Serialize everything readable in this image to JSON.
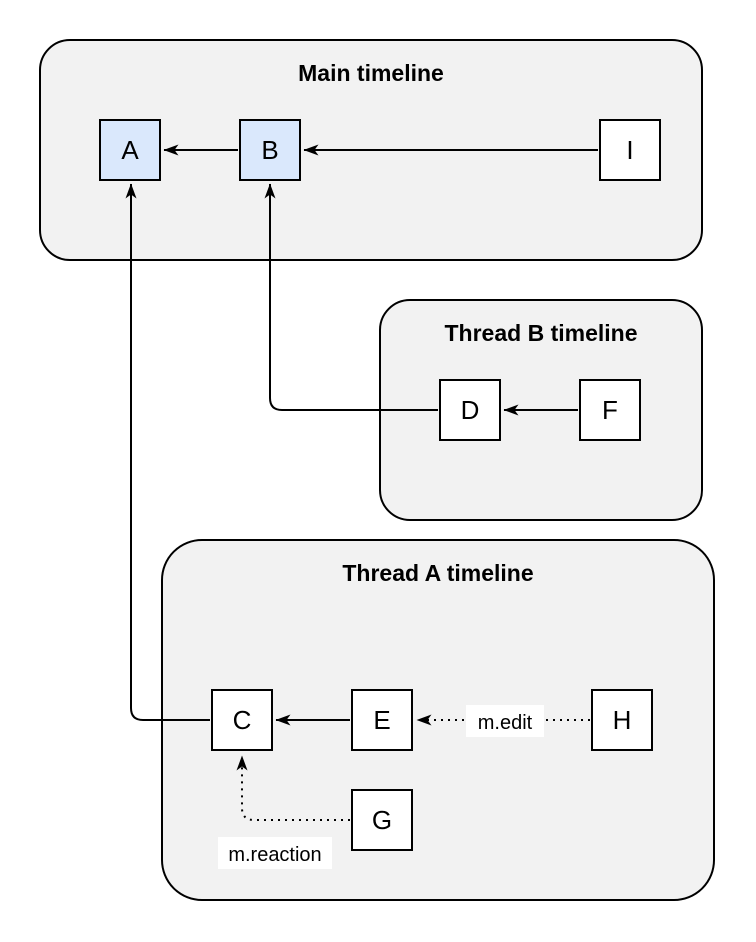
{
  "diagram": {
    "containers": [
      {
        "id": "main",
        "title": "Main timeline"
      },
      {
        "id": "thread-b",
        "title": "Thread B timeline"
      },
      {
        "id": "thread-a",
        "title": "Thread A timeline"
      }
    ],
    "nodes": {
      "a": "A",
      "b": "B",
      "i": "I",
      "d": "D",
      "f": "F",
      "c": "C",
      "e": "E",
      "h": "H",
      "g": "G"
    },
    "edge_labels": {
      "edit": "m.edit",
      "reaction": "m.reaction"
    },
    "edges": [
      {
        "from": "I",
        "to": "B",
        "style": "solid"
      },
      {
        "from": "B",
        "to": "A",
        "style": "solid"
      },
      {
        "from": "F",
        "to": "D",
        "style": "solid"
      },
      {
        "from": "D",
        "to": "B",
        "style": "solid-elbow"
      },
      {
        "from": "E",
        "to": "C",
        "style": "solid"
      },
      {
        "from": "C",
        "to": "A",
        "style": "solid-elbow"
      },
      {
        "from": "H",
        "to": "E",
        "style": "dotted",
        "label": "m.edit"
      },
      {
        "from": "G",
        "to": "C",
        "style": "dotted-elbow",
        "label": "m.reaction"
      }
    ]
  },
  "colors": {
    "container_fill": "#f2f2f2",
    "container_stroke": "#000000",
    "node_fill_highlight": "#dae8fc",
    "node_fill_default": "#ffffff",
    "node_stroke": "#000000",
    "edge_color": "#000000",
    "label_bg": "#ffffff"
  }
}
